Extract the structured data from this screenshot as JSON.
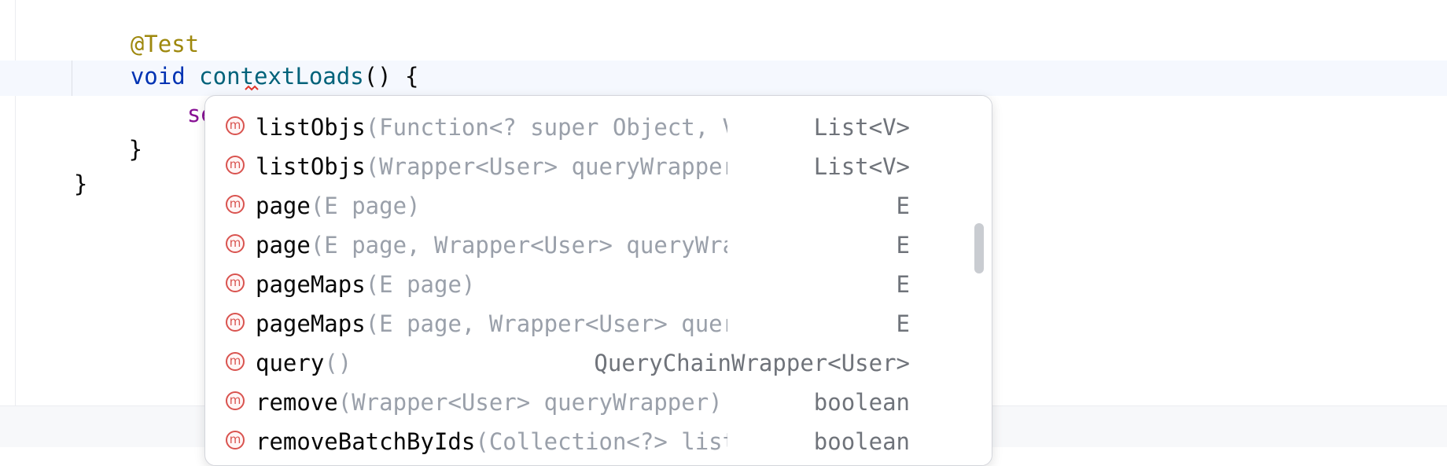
{
  "code": {
    "annotation": "@Test",
    "void_kw": "void",
    "method_name": "contextLoads",
    "method_suffix": "() {",
    "indent_current": "    ",
    "service_field": "service",
    "dot": ".",
    "close_method": "    }",
    "close_class": "}"
  },
  "completion": {
    "icon_letter": "m",
    "items": [
      {
        "name": "listObjs",
        "params": "(Function<? super Object, V> m…",
        "type": "List<V>"
      },
      {
        "name": "listObjs",
        "params": "(Wrapper<User> queryWrapper, F…",
        "type": "List<V>"
      },
      {
        "name": "page",
        "params": "(E page)",
        "type": "E"
      },
      {
        "name": "page",
        "params": "(E page, Wrapper<User> queryWrapper)",
        "type": "E"
      },
      {
        "name": "pageMaps",
        "params": "(E page)",
        "type": "E"
      },
      {
        "name": "pageMaps",
        "params": "(E page, Wrapper<User> queryWrapper)",
        "type": "E"
      },
      {
        "name": "query",
        "params": "()",
        "type": "QueryChainWrapper<User>"
      },
      {
        "name": "remove",
        "params": "(Wrapper<User> queryWrapper)",
        "type": "boolean"
      },
      {
        "name": "removeBatchByIds",
        "params": "(Collection<?> list)",
        "type": "boolean"
      }
    ]
  },
  "colors": {
    "keyword": "#0033b3",
    "method": "#00627a",
    "field": "#871094",
    "annotation": "#9e880d",
    "method_icon": "#d9534f"
  }
}
